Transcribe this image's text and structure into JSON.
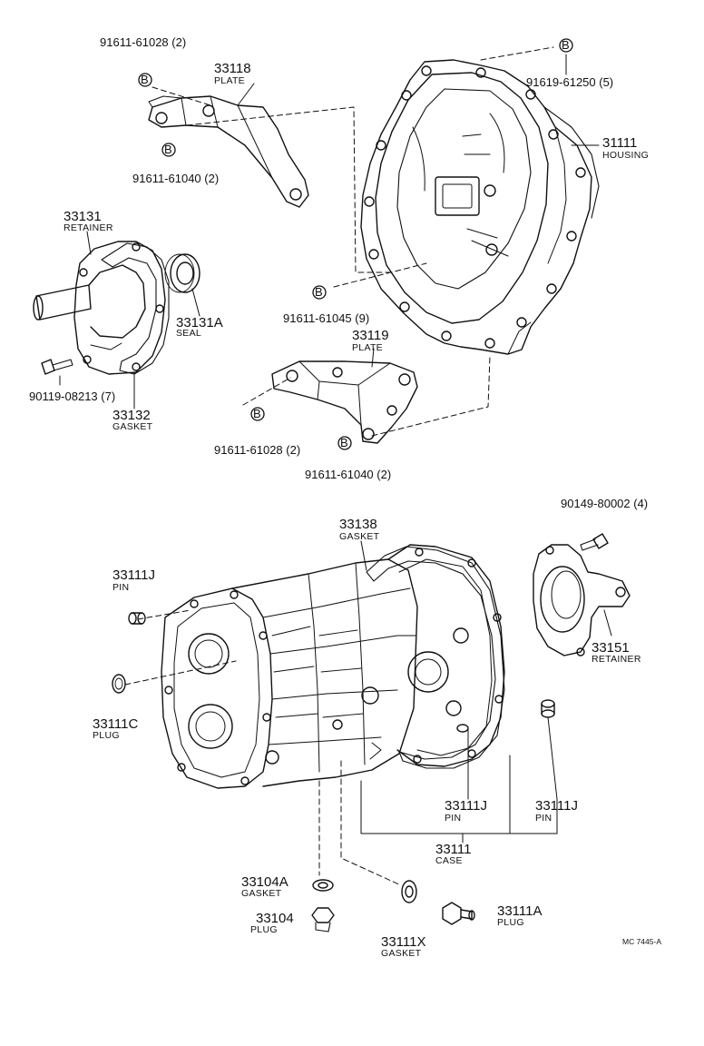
{
  "colors": {
    "ink": "#111111",
    "paper": "#ffffff"
  },
  "labels": {
    "bolt_91611_61028_top": "91611-61028 (2)",
    "part_33118": "33118",
    "part_33118_name": "PLATE",
    "bolt_91611_61040_top": "91611-61040 (2)",
    "bolt_91619_61250": "91619-61250 (5)",
    "part_31111": "31111",
    "part_31111_name": "HOUSING",
    "part_33131": "33131",
    "part_33131_name": "RETAINER",
    "part_33131A": "33131A",
    "part_33131A_name": "SEAL",
    "bolt_90119_08213": "90119-08213 (7)",
    "part_33132": "33132",
    "part_33132_name": "GASKET",
    "bolt_91611_61045": "91611-61045 (9)",
    "part_33119": "33119",
    "part_33119_name": "PLATE",
    "bolt_91611_61028_mid": "91611-61028 (2)",
    "bolt_91611_61040_mid": "91611-61040 (2)",
    "part_33138": "33138",
    "part_33138_name": "GASKET",
    "bolt_90149_80002": "90149-80002 (4)",
    "part_33111J_left": "33111J",
    "part_33111J_left_name": "PIN",
    "part_33151": "33151",
    "part_33151_name": "RETAINER",
    "part_33111C": "33111C",
    "part_33111C_name": "PLUG",
    "part_33111J_a": "33111J",
    "part_33111J_a_name": "PIN",
    "part_33111J_b": "33111J",
    "part_33111J_b_name": "PIN",
    "part_33111": "33111",
    "part_33111_name": "CASE",
    "part_33104A": "33104A",
    "part_33104A_name": "GASKET",
    "part_33104": "33104",
    "part_33104_name": "PLUG",
    "part_33111X": "33111X",
    "part_33111X_name": "GASKET",
    "part_33111A": "33111A",
    "part_33111A_name": "PLUG",
    "drawing_code": "MC 7445-A"
  },
  "markers": {
    "b": "B"
  }
}
